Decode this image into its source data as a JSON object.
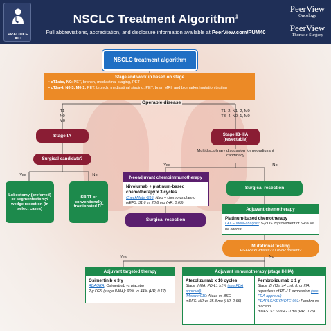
{
  "header": {
    "badge_label": "PRACTICE AID",
    "title": "NSCLC Treatment Algorithm",
    "title_sup": "1",
    "subtitle": "Full abbreviations, accreditation, and disclosure information available at",
    "subtitle_url": "PeerView.com/PUM40",
    "brand1_main": "PeerView",
    "brand1_sub": "Oncology",
    "brand2_main": "PeerView",
    "brand2_sub": "Thoracic Surgery"
  },
  "flow": {
    "start": "NSCLC treatment algorithm",
    "staging": {
      "heading": "Stage and workup based on stage",
      "item1_bold": "cT1abc, N0:",
      "item1_text": "PET, bronch, mediastinal staging, PET",
      "item2_bold": "cT2a-4, N0-3, M0-1:",
      "item2_text": "PET, bronch, mediastinal staging, PET, brain MRI, and biomarker/mutation testing"
    },
    "operable": "Operable disease",
    "left_branch": [
      "T1",
      "N0",
      "M0"
    ],
    "right_branch": [
      "T1–2, N1–2, M0",
      "T3–4, N0–1, M0"
    ],
    "stage_ia": "Stage IA",
    "stage_ib": "Stage IB-IIIA (resectable)",
    "surgical_candidate": "Surgical candidate?",
    "multidisciplinary": "Multidisciplinary discussion for neoadjuvant candidacy",
    "yes": "Yes",
    "no": "No",
    "lobectomy": "Lobectomy (preferred) or segmentectomy/ wedge resection (in select cases)",
    "sbrt": "SBRT or conventionally fractionated RT",
    "neo_header": "Neoadjuvant chemoimmunotherapy",
    "neo_title": "Nivolumab + platinum-based chemotherapy x 3 cycles",
    "neo_link": "CheckMate -816",
    "neo_text": ": Nivo + chemo vs chemo",
    "neo_efs": "mEFS: 31.6 vs 20.8 mo (HR, 0.63)",
    "surg_res_left": "Surgical resection",
    "surg_res_right": "Surgical resection",
    "adj_chemo_header": "Adjuvant chemotherapy",
    "adj_chemo_title": "Platinum-based chemotherapy",
    "adj_chemo_link": "LACE Meta-analysis",
    "adj_chemo_text": ": 5-y OS improvement of 5.4% vs no chemo",
    "mut_title": "Mutational testing",
    "mut_sub": "EGFR ex19del/ex21 L858R present?",
    "targeted_header": "Adjuvant targeted therapy",
    "osi_title": "Osimertinib x 3 y",
    "osi_link": "ADAURA",
    "osi_text": ": Osimertinib vs placebo",
    "osi_dfs": "2-y DFS (stage II-IIIA): 90% vs 44% (HR, 0.17)",
    "immuno_header": "Adjuvant immunotherapy (stage II-IIIA)",
    "atezo_title": "Atezolizumab x 16 cycles",
    "atezo_line1": "Stage II-IIIA, PD-L1 ≥1%",
    "atezo_link1": "(see FDA approval)",
    "atezo_link2": "IMpower010",
    "atezo_text2": ": Atezo vs BSC",
    "atezo_dfs": "mDFS: NR vs 35.3 mo (HR, 0.66)",
    "pembro_title": "Pembrolizumab x 1 y",
    "pembro_line1": "Stage IB (T2a ≥4 cm), II, or IIIA, regardless of PD-L1 expression",
    "pembro_link1": "(see FDA approval)",
    "pembro_link2": "PEARLS/KEYNOTE-091",
    "pembro_text2": ": Pembro vs placebo",
    "pembro_dfs": "mDFS: 53.6 vs 42.0 mo (HR, 0.76)"
  },
  "colors": {
    "header": "#1f2f57",
    "blue": "#1f6fc4",
    "orange": "#ec8a26",
    "maroon": "#8a1d34",
    "green": "#1d8a4c",
    "purple": "#5b1f6e"
  }
}
